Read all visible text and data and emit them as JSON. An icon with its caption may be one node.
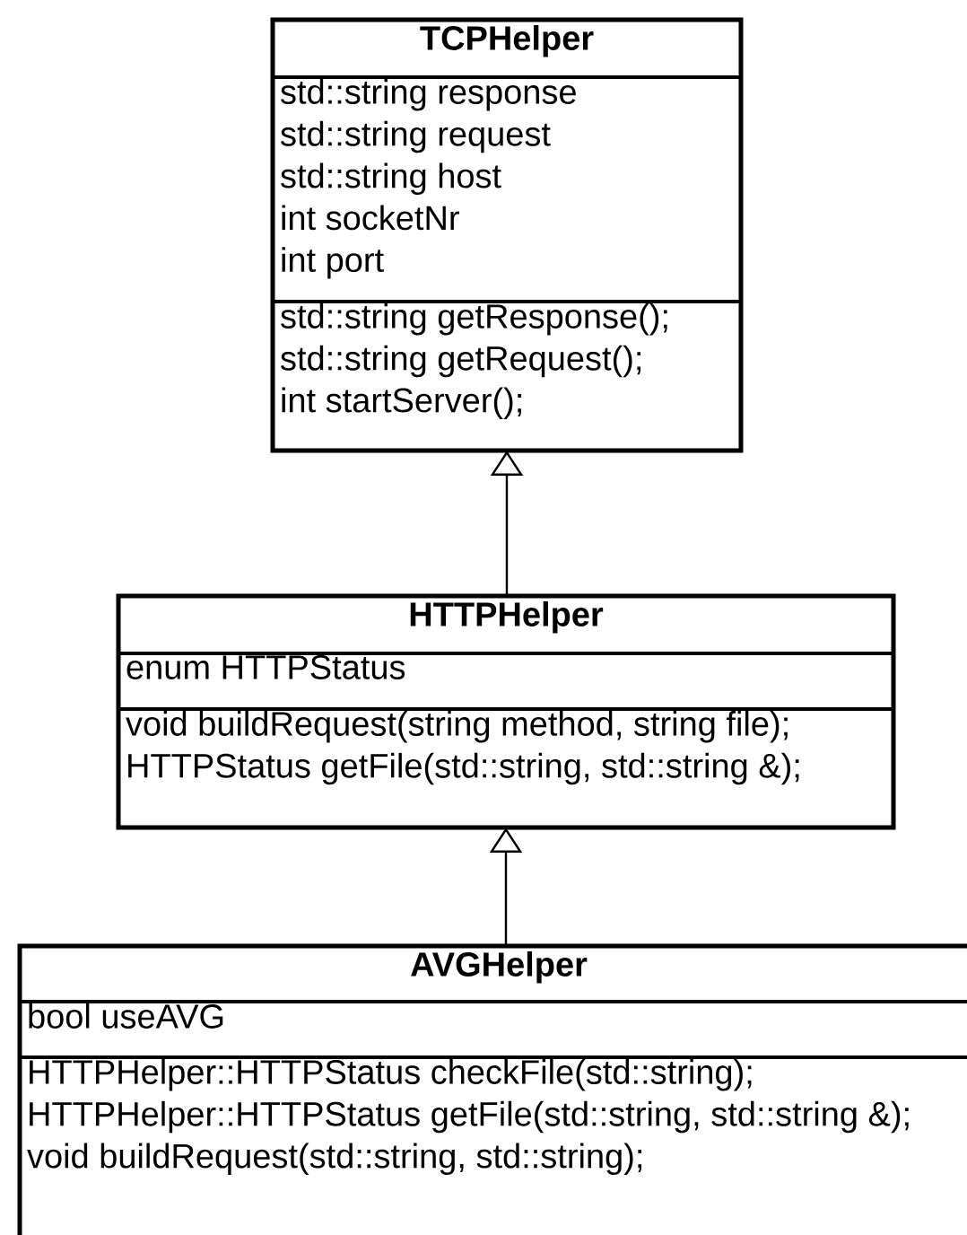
{
  "diagram": {
    "nodes": [
      {
        "text": [
          "TCPHelper"
        ]
      },
      {
        "text": [
          "std::string response",
          "std::string request",
          "std::string host",
          "int socketNr",
          "int port"
        ],
        "in": 0
      },
      {
        "text": [
          "std::string getResponse();",
          "std::string getRequest();",
          "int startServer();"
        ],
        "in": 0
      },
      {
        "text": [
          "HTTPHelper"
        ]
      },
      {
        "text": [
          "enum HTTPStatus"
        ],
        "in": 3
      },
      {
        "text": [
          "void buildRequest(string method, string file);",
          "HTTPStatus getFile(std::string, std::string &);"
        ],
        "in": 3
      },
      {
        "text": [
          "AVGHelper"
        ]
      },
      {
        "text": [
          "bool useAVG"
        ],
        "in": 6
      },
      {
        "text": [
          "HTTPHelper::HTTPStatus checkFile(std::string);",
          "HTTPHelper::HTTPStatus getFile(std::string, std::string &);",
          "void buildRequest(std::string, std::string);"
        ],
        "in": 6
      }
    ],
    "edges": [
      {
        "from": 3,
        "to": 0,
        "arrow": "to"
      },
      {
        "from": 6,
        "to": 3,
        "arrow": "to"
      }
    ]
  }
}
